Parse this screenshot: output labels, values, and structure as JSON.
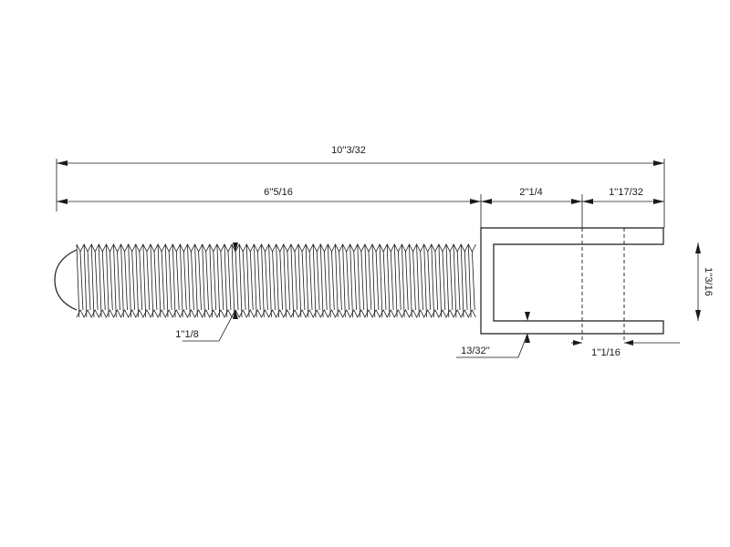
{
  "drawing": {
    "dimensions": {
      "overall_length": "10''3/32",
      "thread_length": "6''5/16",
      "fork_length": "2''1/4",
      "slot_depth": "1''17/32",
      "thread_diameter": "1''1/8",
      "slot_width": "13/32''",
      "pin_offset": "1''1/16",
      "fork_height": "1''3/16"
    }
  }
}
